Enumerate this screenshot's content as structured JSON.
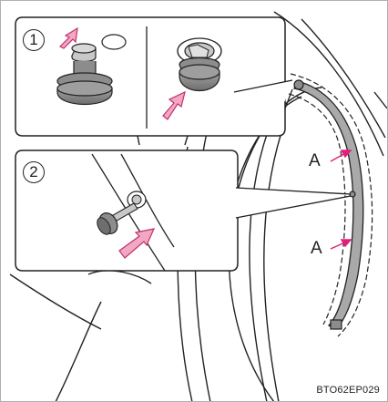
{
  "steps": {
    "step1_number": "1",
    "step2_number": "2"
  },
  "labels": {
    "callout_a_upper": "A",
    "callout_a_lower": "A"
  },
  "figure_code": "BTO62EP029",
  "colors": {
    "line": "#222222",
    "clip_fill": "#8c8c8c",
    "clip_light": "#c8c8c8",
    "shroud_fill": "#a9a9a9",
    "arrow": "#f2a7c3",
    "arrow_stroke": "#c0306e",
    "pointer": "#e0207a"
  }
}
